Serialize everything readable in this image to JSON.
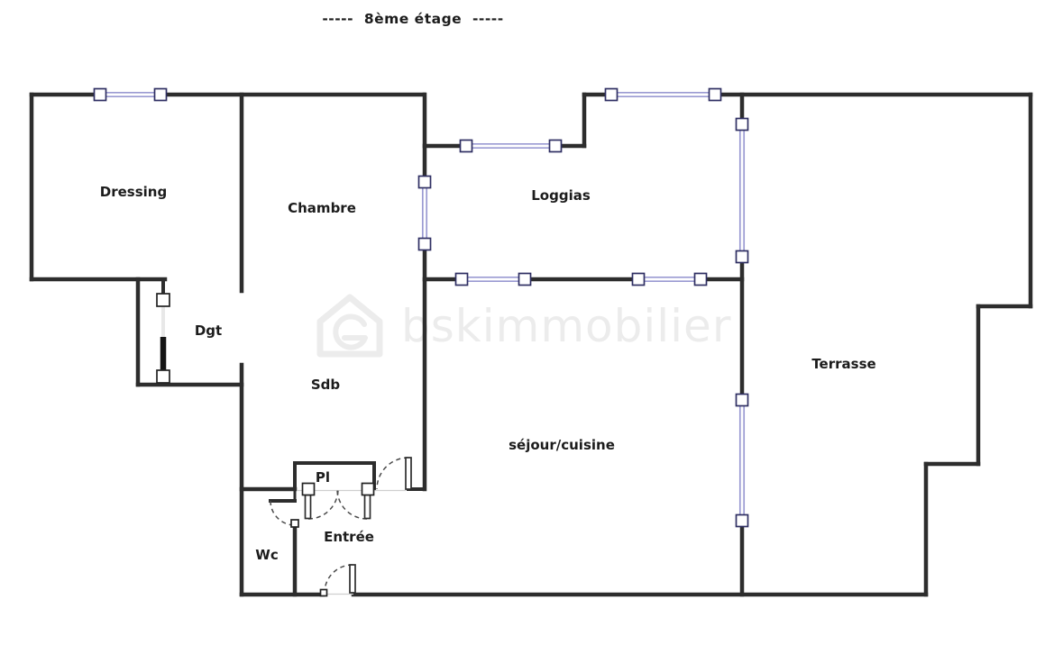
{
  "title": "-----  8ème étage  -----",
  "watermark": {
    "text": "bskimmobilier",
    "logo": "house-logo"
  },
  "rooms": {
    "dressing": {
      "label": "Dressing"
    },
    "chambre": {
      "label": "Chambre"
    },
    "loggias": {
      "label": "Loggias"
    },
    "dgt": {
      "label": "Dgt"
    },
    "sdb": {
      "label": "Sdb"
    },
    "terrasse": {
      "label": "Terrasse"
    },
    "sejour_cuisine": {
      "label": "séjour/cuisine"
    },
    "pl": {
      "label": "Pl"
    },
    "entree": {
      "label": "Entrée"
    },
    "wc": {
      "label": "Wc"
    }
  },
  "colors": {
    "wall": "#2d2d2d",
    "window_frame": "#2f2f63",
    "window_glass": "#9a9ad2",
    "door_arc": "#4a4a4a",
    "opening": "#cfcfcf",
    "watermark": "#ececec",
    "text": "#1c1c1c",
    "dgt_glass": "#e8e8e8",
    "dgt_leaf": "#141414"
  }
}
